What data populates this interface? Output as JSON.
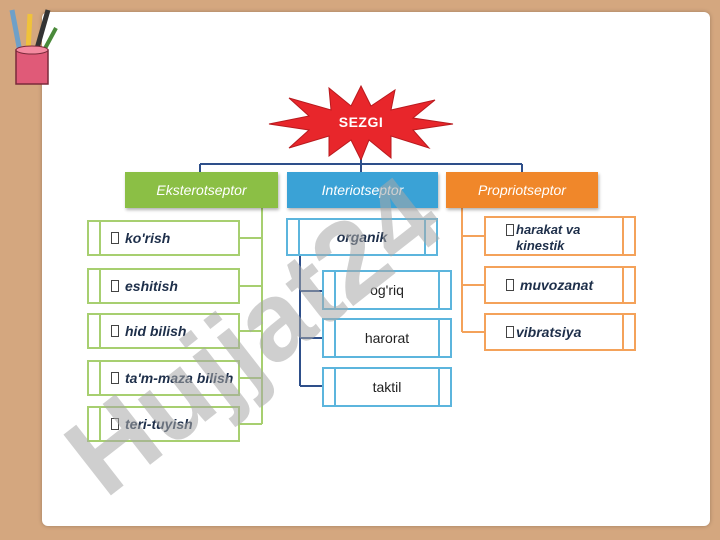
{
  "title": "SEZGI",
  "categories": [
    {
      "label": "Eksterotseptor",
      "color": "#8bbf45"
    },
    {
      "label": "Interiotseptor",
      "color": "#3aa2d6"
    },
    {
      "label": "Propriotseptor",
      "color": "#f0872a"
    }
  ],
  "ekstero_items": [
    "ko'rish",
    "eshitish",
    "hid bilish",
    "ta'm-maza bilish",
    "teri-tuyish"
  ],
  "interio_head": "organik",
  "interio_items": [
    "og'riq",
    "harorat",
    "taktil"
  ],
  "proprio_items": [
    "harakat va kinestik",
    "muvozanat",
    "vibratsiya"
  ],
  "watermark": "Hujjat24",
  "colors": {
    "background": "#d4a77f",
    "burst": "#e8262b",
    "watermark": "#b0b0b0"
  },
  "icons": [
    "pencil-cup-icon",
    "bullet-icon"
  ]
}
